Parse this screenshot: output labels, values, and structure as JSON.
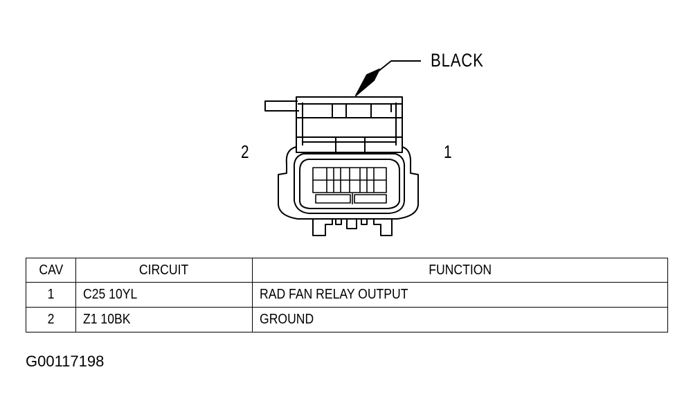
{
  "connector": {
    "color_callout": "BLACK",
    "pin_labels": {
      "left": "2",
      "right": "1"
    }
  },
  "pinout_table": {
    "headers": {
      "cav": "CAV",
      "circuit": "CIRCUIT",
      "function": "FUNCTION"
    },
    "rows": [
      {
        "cav": "1",
        "circuit": "C25 10YL",
        "function": "RAD FAN RELAY OUTPUT"
      },
      {
        "cav": "2",
        "circuit": "Z1 10BK",
        "function": "GROUND"
      }
    ]
  },
  "figure_id": "G00117198",
  "colors": {
    "line": "#000000",
    "background": "#ffffff"
  }
}
